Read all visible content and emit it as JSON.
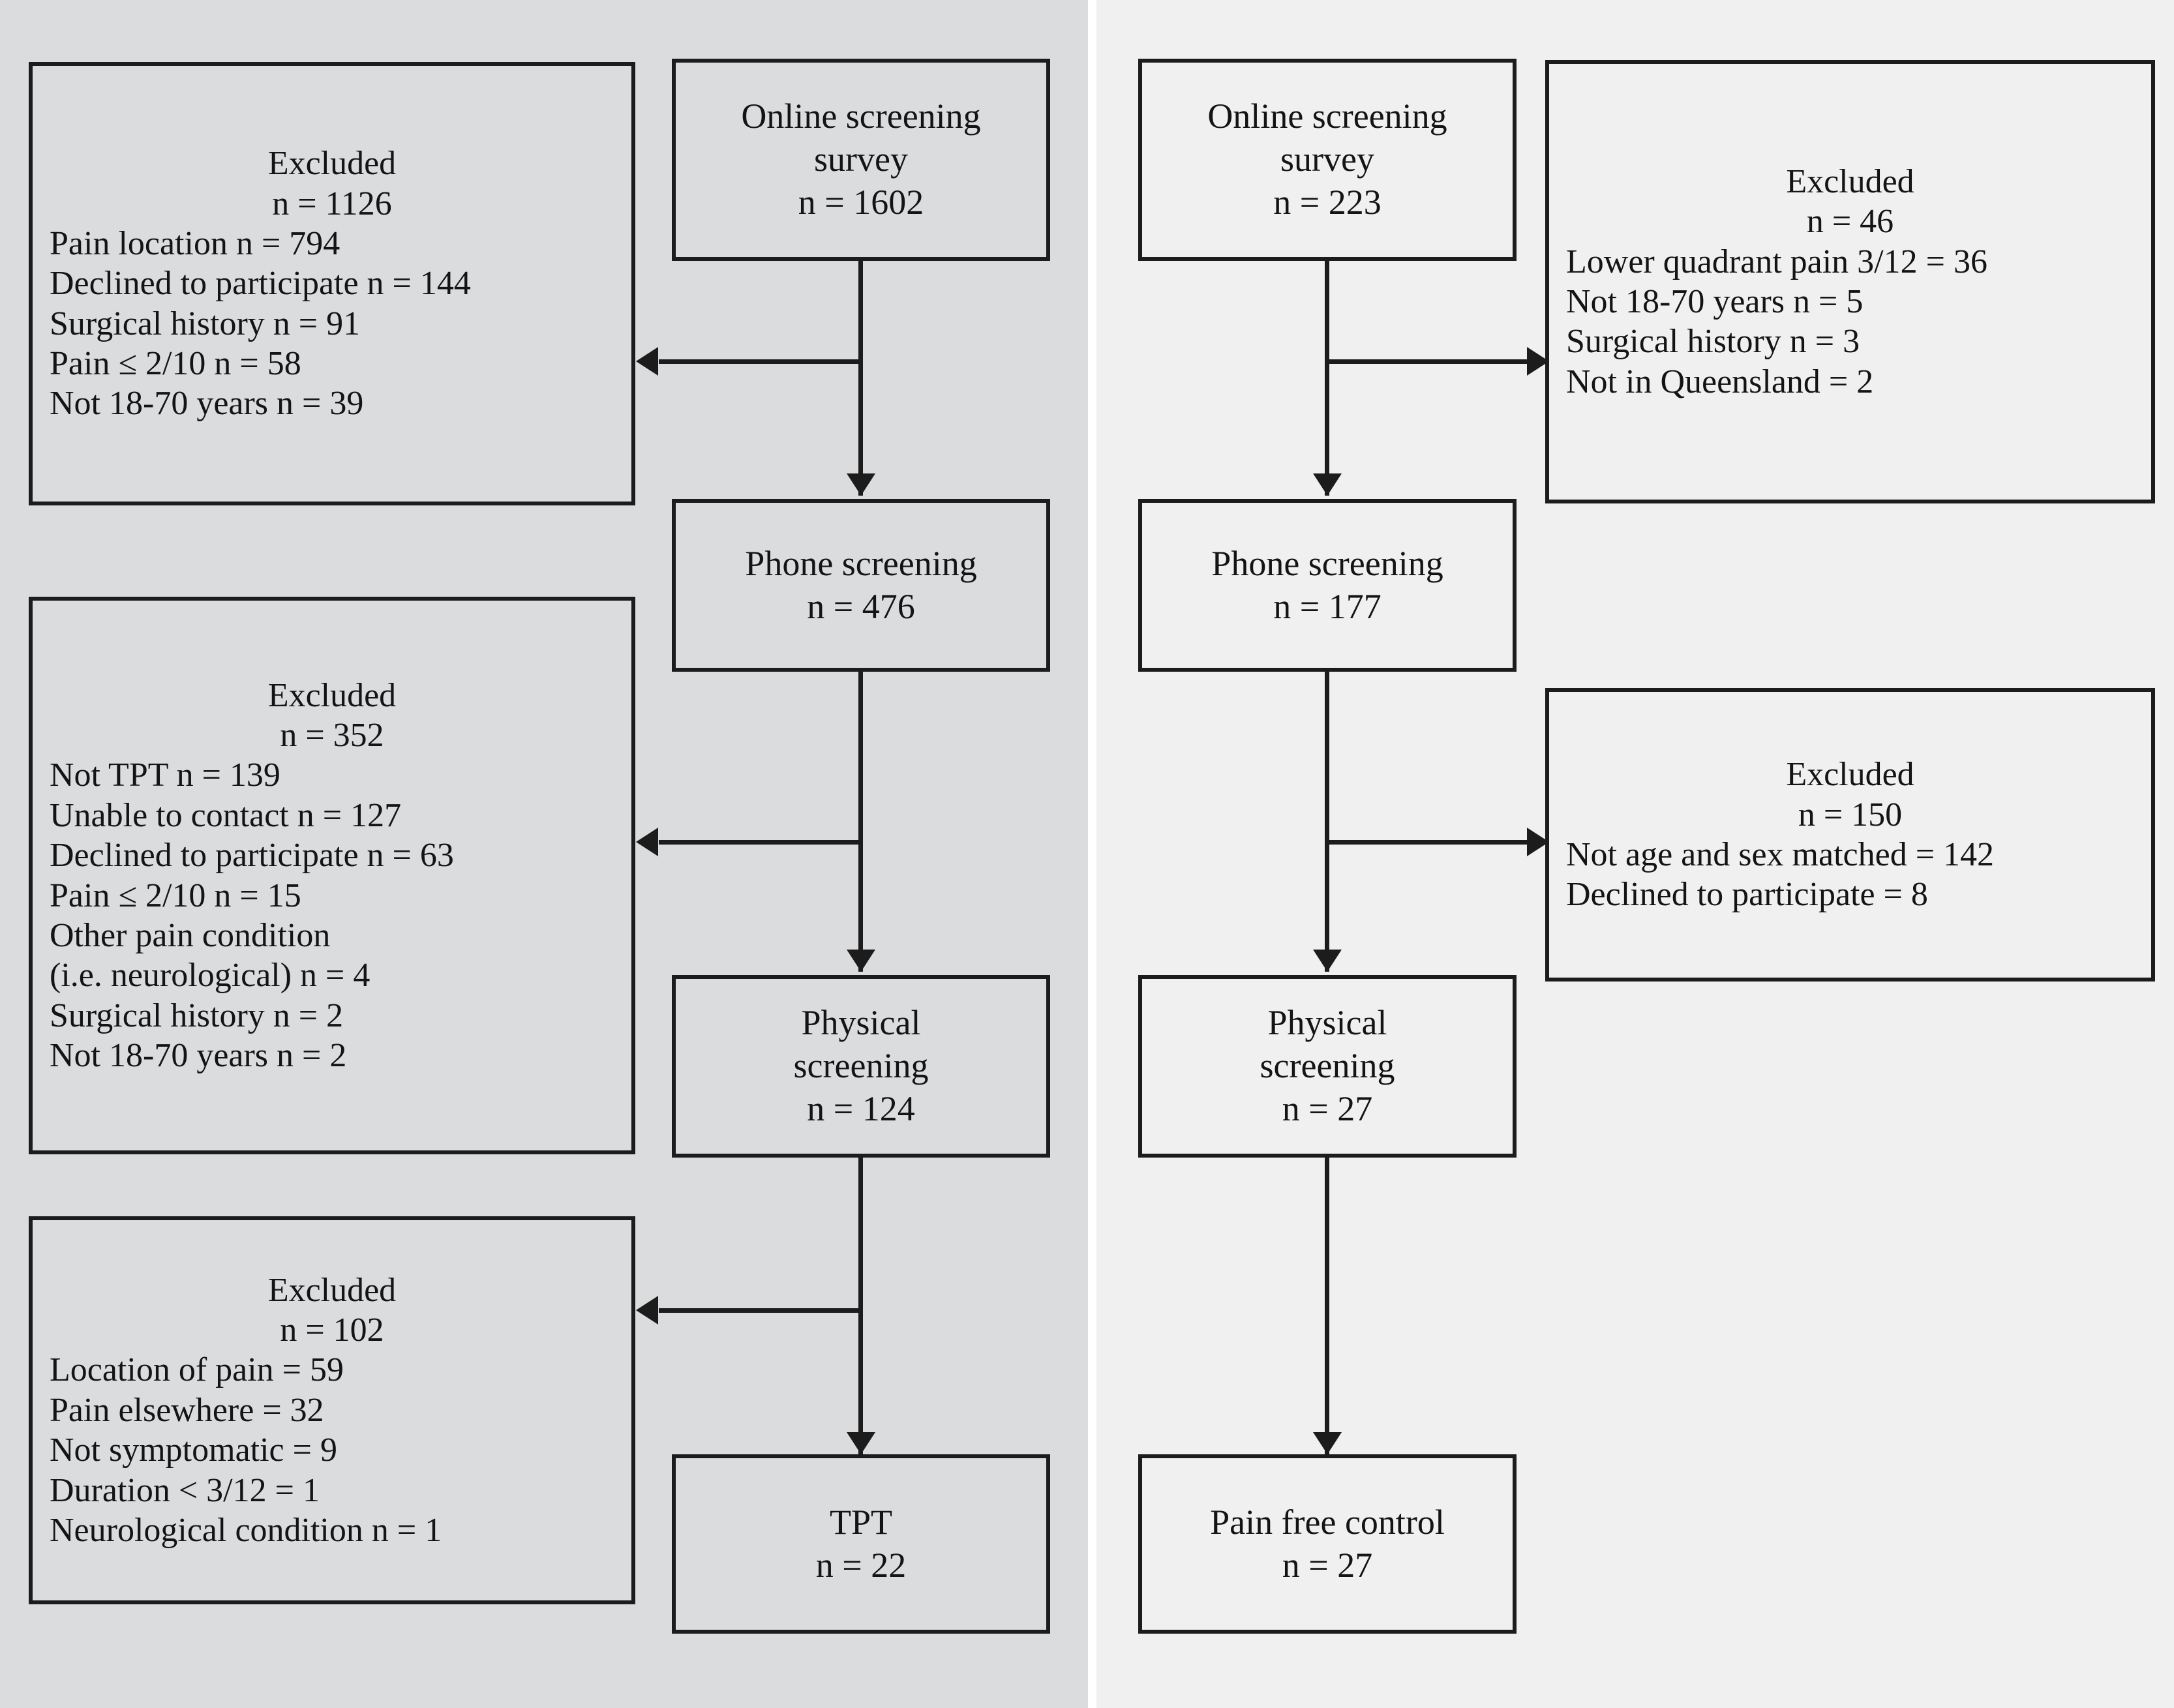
{
  "figure": {
    "type": "flowchart",
    "description": "Two-arm participant recruitment CONSORT-style flow diagram",
    "panels": {
      "left": {
        "name": "tpt-arm",
        "background": "#dadcdd"
      },
      "right": {
        "name": "control-arm",
        "background": "#f0f0f0"
      }
    },
    "colors": {
      "stroke": "#1c1c1c",
      "left_panel": "#dadcdd",
      "right_panel": "#f0f0f0",
      "page": "#ffffff"
    }
  },
  "left_arm": {
    "stages": [
      {
        "id": "online-screening",
        "title": "Online screening",
        "subtitle": "survey",
        "count": "n = 1602"
      },
      {
        "id": "phone-screening",
        "title": "Phone screening",
        "subtitle": "",
        "count": "n = 476"
      },
      {
        "id": "physical-screening",
        "title": "Physical",
        "subtitle": "screening",
        "count": "n = 124"
      },
      {
        "id": "final-group",
        "title": "TPT",
        "subtitle": "",
        "count": "n = 22"
      }
    ],
    "exclusions": [
      {
        "id": "excluded-1",
        "heading": "Excluded",
        "count": "n = 1126",
        "reasons": [
          "Pain location n = 794",
          "Declined to participate n = 144",
          "Surgical history n = 91",
          "Pain ≤ 2/10 n = 58",
          "Not 18-70 years n = 39"
        ]
      },
      {
        "id": "excluded-2",
        "heading": "Excluded",
        "count": "n = 352",
        "reasons": [
          "Not TPT n = 139",
          "Unable to contact n = 127",
          "Declined to participate n = 63",
          "Pain ≤ 2/10 n = 15",
          "Other pain condition",
          "(i.e. neurological) n = 4",
          "Surgical history n = 2",
          "Not 18-70 years n = 2"
        ]
      },
      {
        "id": "excluded-3",
        "heading": "Excluded",
        "count": "n = 102",
        "reasons": [
          "Location of pain = 59",
          "Pain elsewhere = 32",
          "Not symptomatic = 9",
          "Duration < 3/12 = 1",
          "Neurological condition n = 1"
        ]
      }
    ]
  },
  "right_arm": {
    "stages": [
      {
        "id": "online-screening",
        "title": "Online screening",
        "subtitle": "survey",
        "count": "n = 223"
      },
      {
        "id": "phone-screening",
        "title": "Phone screening",
        "subtitle": "",
        "count": "n = 177"
      },
      {
        "id": "physical-screening",
        "title": "Physical",
        "subtitle": "screening",
        "count": "n = 27"
      },
      {
        "id": "final-group",
        "title": "Pain free control",
        "subtitle": "",
        "count": "n = 27"
      }
    ],
    "exclusions": [
      {
        "id": "excluded-1",
        "heading": "Excluded",
        "count": "n = 46",
        "reasons": [
          "Lower quadrant pain 3/12 = 36",
          "Not 18-70 years n = 5",
          "Surgical history n = 3",
          "Not in Queensland = 2"
        ]
      },
      {
        "id": "excluded-2",
        "heading": "Excluded",
        "count": "n = 150",
        "reasons": [
          "Not age and sex matched = 142",
          "Declined to participate = 8"
        ]
      }
    ]
  }
}
